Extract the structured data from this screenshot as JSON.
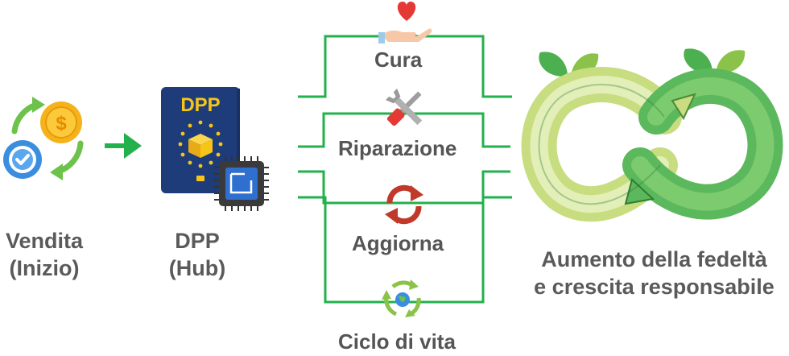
{
  "start": {
    "line1": "Vendita",
    "line2": "(Inizio)"
  },
  "hub": {
    "badge": "DPP",
    "line1": "DPP",
    "line2": "(Hub)"
  },
  "branches": [
    {
      "label": "Cura",
      "icon": "heart-hand-icon"
    },
    {
      "label": "Riparazione",
      "icon": "wrench-screwdriver-icon"
    },
    {
      "label": "Aggiorna",
      "icon": "refresh-arrows-icon"
    },
    {
      "label": "Ciclo di vita",
      "icon": "recycle-globe-icon"
    }
  ],
  "result": {
    "line1": "Aumento della fedeltà",
    "line2": "e crescita responsabile"
  },
  "colors": {
    "green": "#22b14c",
    "passport_blue": "#1f3c7a",
    "dpp_yellow": "#f5c518",
    "infinity_light": "#d4e69b",
    "infinity_dark": "#5cb85c",
    "leaf": "#8bc34a"
  }
}
